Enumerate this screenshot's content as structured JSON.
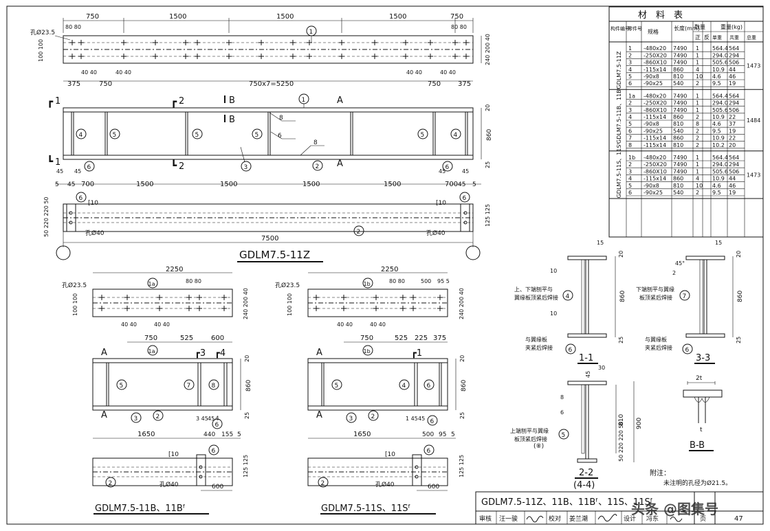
{
  "texts": {
    "top_dim1": "750",
    "top_dim2": "1500",
    "top_dim3": "1500",
    "top_dim4": "1500",
    "top_dim5": "750",
    "hole_top": "孔Ø23.5",
    "pitch_8080_l": "80 80",
    "pitch_8080_r": "80 80",
    "lv_100": "100 100",
    "rv_240": "240 200 40",
    "b_40a": "40 40",
    "b_40b": "40 40",
    "b_40c": "40 40",
    "b_40d": "40 40",
    "b_375l": "375",
    "b_750l": "750",
    "b_5250": "750x7=5250",
    "b_750r": "750",
    "b_375r": "375",
    "sec1": "1",
    "sec2": "2",
    "secB": "B",
    "secA": "A",
    "r_20": "20",
    "r_860": "860",
    "r_25": "25",
    "w_8a": "8",
    "w_6a": "6",
    "w_8b": "8",
    "e_45a": "45",
    "e_45b": "45",
    "e_45c": "45",
    "e_45d": "45",
    "e_5a": "5",
    "e_45e": "45",
    "e_700a": "700",
    "e_1500a": "1500",
    "e_1500b": "1500",
    "e_1500c": "1500",
    "e_1500d": "1500",
    "e_700b": "700",
    "e_45f": "45",
    "e_5b": "5",
    "c10a": "[10",
    "c10b": "[10",
    "hole40a": "孔Ø40",
    "hole40b": "孔Ø40",
    "d7500": "7500",
    "lv_50": "50 220 220 50",
    "rv_125": "125 125",
    "title_main": "GDLM7.5-11Z",
    "lb_2250": "2250",
    "lb_8080": "80 80",
    "lb_hole": "孔Ø23.5",
    "lb_lv": "100 100",
    "lb_rv": "240 200 40",
    "lb_40a": "40 40",
    "lb_40b": "40 40",
    "lb_750": "750",
    "lb_525": "525",
    "lb_600": "600",
    "lb_1650": "1650",
    "lb_440": "440",
    "lb_155": "155",
    "lb_5": "5",
    "lb_345": "3 45",
    "lb_45": "45",
    "lb_4": "4",
    "lb_600b": "600",
    "title_b": "GDLM7.5-11B、11Bᶠ",
    "rb_2250": "2250",
    "rb_8080": "80 80",
    "rb_500": "500",
    "rb_95": "95 5",
    "rb_hole": "孔Ø23.5",
    "rb_40a": "40 40",
    "rb_40b": "40 40",
    "rb_750": "750",
    "rb_525": "525",
    "rb_225": "225",
    "rb_375": "375",
    "rb_1650": "1650",
    "rb_500b": "500",
    "rb_95b": "95",
    "rb_5b": "5",
    "rb_145": "1 45",
    "rb_45": "45",
    "rb_600": "600",
    "title_s": "GDLM7.5-11S、11Sᶠ",
    "ann1": "上、下端刨平与",
    "ann2": "翼缘板顶紧后焊接",
    "ann3": "与翼缘板",
    "ann4": "夹紧后焊接",
    "ann5": "下端刨平与翼缘",
    "ann6": "板顶紧后焊接",
    "ann7": "与翼缘板",
    "ann8": "夹紧后焊接",
    "ann9": "上端刨平与翼缘",
    "ann10": "板顶紧后焊接",
    "s10a": "10",
    "s10b": "10",
    "s15a": "15",
    "s15b": "15",
    "s45": "45°",
    "s2": "2",
    "s8": "8",
    "s6": "6",
    "s30": "30",
    "sec11": "1-1",
    "sec33": "3-3",
    "sec22": "2-2",
    "sec44": "(4-4)",
    "secBB": "B-B",
    "sec_810": "810",
    "sec_900": "900",
    "sec_2t": "2t",
    "sec_t": "t",
    "circ8": "(⑧)",
    "note_head": "附注：",
    "note_body": "未注明的孔径为Ø21.5。",
    "footer_title": "GDLM7.5-11Z、11B、11Bᶠ、11S、11Sᶠ",
    "f_audit": "审核",
    "f_auditor": "汪一骏",
    "f_check": "校对",
    "f_checker": "姜兰潮",
    "f_design": "设计",
    "f_designer": "冯东",
    "f_page": "页",
    "f_pagenum": "47",
    "watermark": "头条 @图集号"
  },
  "table": {
    "title": "材　料　表",
    "headers": {
      "member": "构件编号",
      "part": "零件号",
      "spec": "规格",
      "len": "长度(mm)",
      "qty": "数量",
      "pos": "正",
      "neg": "反",
      "weight": "重量(kg)",
      "unit": "单重",
      "sum": "共重",
      "total": "总重"
    },
    "groups": [
      {
        "name": "GDLM7.5-11Z",
        "total": "1473",
        "rows": [
          [
            "1",
            "-480x20",
            "7490",
            "1",
            "",
            "564.4",
            "564"
          ],
          [
            "2",
            "-250X20",
            "7490",
            "1",
            "",
            "294.0",
            "294"
          ],
          [
            "3",
            "-860X10",
            "7490",
            "1",
            "",
            "505.6",
            "506"
          ],
          [
            "4",
            "-115x14",
            "860",
            "4",
            "",
            "10.9",
            "44"
          ],
          [
            "5",
            "-90x8",
            "810",
            "10",
            "",
            "4.6",
            "46"
          ],
          [
            "6",
            "-90x25",
            "540",
            "2",
            "",
            "9.5",
            "19"
          ]
        ]
      },
      {
        "name": "GDLM7.5-11B、11Bᶠ",
        "total": "1484",
        "rows": [
          [
            "1a",
            "-480x20",
            "7490",
            "1",
            "",
            "564.4",
            "564"
          ],
          [
            "2",
            "-250X20",
            "7490",
            "1",
            "",
            "294.0",
            "294"
          ],
          [
            "3",
            "-860X10",
            "7490",
            "1",
            "",
            "505.6",
            "506"
          ],
          [
            "4",
            "-115x14",
            "860",
            "2",
            "",
            "10.9",
            "22"
          ],
          [
            "5",
            "-90x8",
            "810",
            "8",
            "",
            "4.6",
            "37"
          ],
          [
            "6",
            "-90x25",
            "540",
            "2",
            "",
            "9.5",
            "19"
          ],
          [
            "7",
            "-115x14",
            "860",
            "2",
            "",
            "10.9",
            "22"
          ],
          [
            "8",
            "-115x14",
            "810",
            "2",
            "",
            "10.2",
            "20"
          ]
        ]
      },
      {
        "name": "GDLM7.5-11S、11Sᶠ",
        "total": "1473",
        "rows": [
          [
            "1b",
            "-480x20",
            "7490",
            "1",
            "",
            "564.4",
            "564"
          ],
          [
            "2",
            "-250X20",
            "7490",
            "1",
            "",
            "294.0",
            "294"
          ],
          [
            "3",
            "-860X10",
            "7490",
            "1",
            "",
            "505.6",
            "506"
          ],
          [
            "4",
            "-115x14",
            "860",
            "4",
            "",
            "10.9",
            "44"
          ],
          [
            "5",
            "-90x8",
            "810",
            "10",
            "",
            "4.6",
            "46"
          ],
          [
            "6",
            "-90x25",
            "540",
            "2",
            "",
            "9.5",
            "19"
          ]
        ]
      }
    ]
  },
  "balloons": {
    "b1_top": "1",
    "b1_elev": "1",
    "b4a": "4",
    "b5a": "5",
    "b5b": "5",
    "b5c": "5",
    "b5d": "5",
    "b4b": "4",
    "b3": "3",
    "b2": "2",
    "b6a": "6",
    "b6b": "6",
    "b2_plan": "2",
    "b6c": "6",
    "b6d": "6",
    "lb_1a_top": "1a",
    "lb_1a": "1a",
    "lb_5": "5",
    "lb_7": "7",
    "lb_8": "8",
    "lb_3": "3",
    "lb_2": "2",
    "lb_6": "6",
    "lb_2p": "2",
    "lb_6p": "6",
    "rb_1b_top": "1b",
    "rb_1b": "1b",
    "rb_5": "5",
    "rb_4": "4",
    "rb_6": "6",
    "rb_3": "3",
    "rb_2": "2",
    "rb_6b": "6",
    "rb_2p": "2",
    "rb_6p": "6",
    "s_4": "4",
    "s_6a": "6",
    "s_7": "7",
    "s_6b": "6",
    "s_5": "5"
  }
}
